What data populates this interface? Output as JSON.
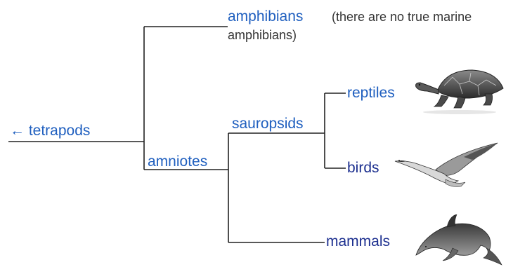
{
  "taxa": {
    "tetrapods": "← tetrapods",
    "amphibians": "amphibians",
    "amniotes": "amniotes",
    "sauropsids": "sauropsids",
    "reptiles": "reptiles",
    "birds": "birds",
    "mammals": "mammals"
  },
  "notes": {
    "amphibians_line1": "(there are no true marine",
    "amphibians_line2": "amphibians)"
  },
  "illustrations": {
    "reptiles": "turtle-illustration",
    "birds": "gull-illustration",
    "mammals": "dolphin-illustration"
  },
  "colors": {
    "label_blue": "#1f5fbf",
    "label_navy": "#1c2f8f",
    "branch_line": "#222222"
  }
}
